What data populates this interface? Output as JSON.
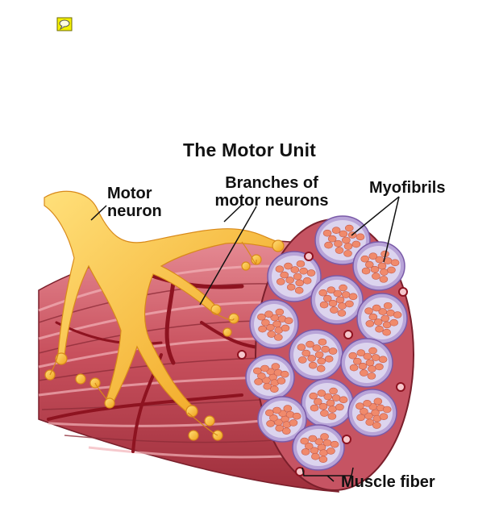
{
  "diagram": {
    "title": "The Motor Unit",
    "labels": {
      "motor_neuron_line1": "Motor",
      "motor_neuron_line2": "neuron",
      "branches_line1": "Branches of",
      "branches_line2": "motor neurons",
      "myofibrils": "Myofibrils",
      "muscle_fiber": "Muscle fiber"
    }
  },
  "icons": {
    "note": "comment-note-icon"
  },
  "colors": {
    "muscle": "#c8505d",
    "muscle_light": "#e58a93",
    "fascicle_outer": "#b8a4d8",
    "fascicle_inner": "#dcd4ee",
    "myofibril_dot": "#f08a6c",
    "neuron": "#f5b52a",
    "neuron_light": "#ffd86a",
    "vessel": "#8e1320"
  }
}
